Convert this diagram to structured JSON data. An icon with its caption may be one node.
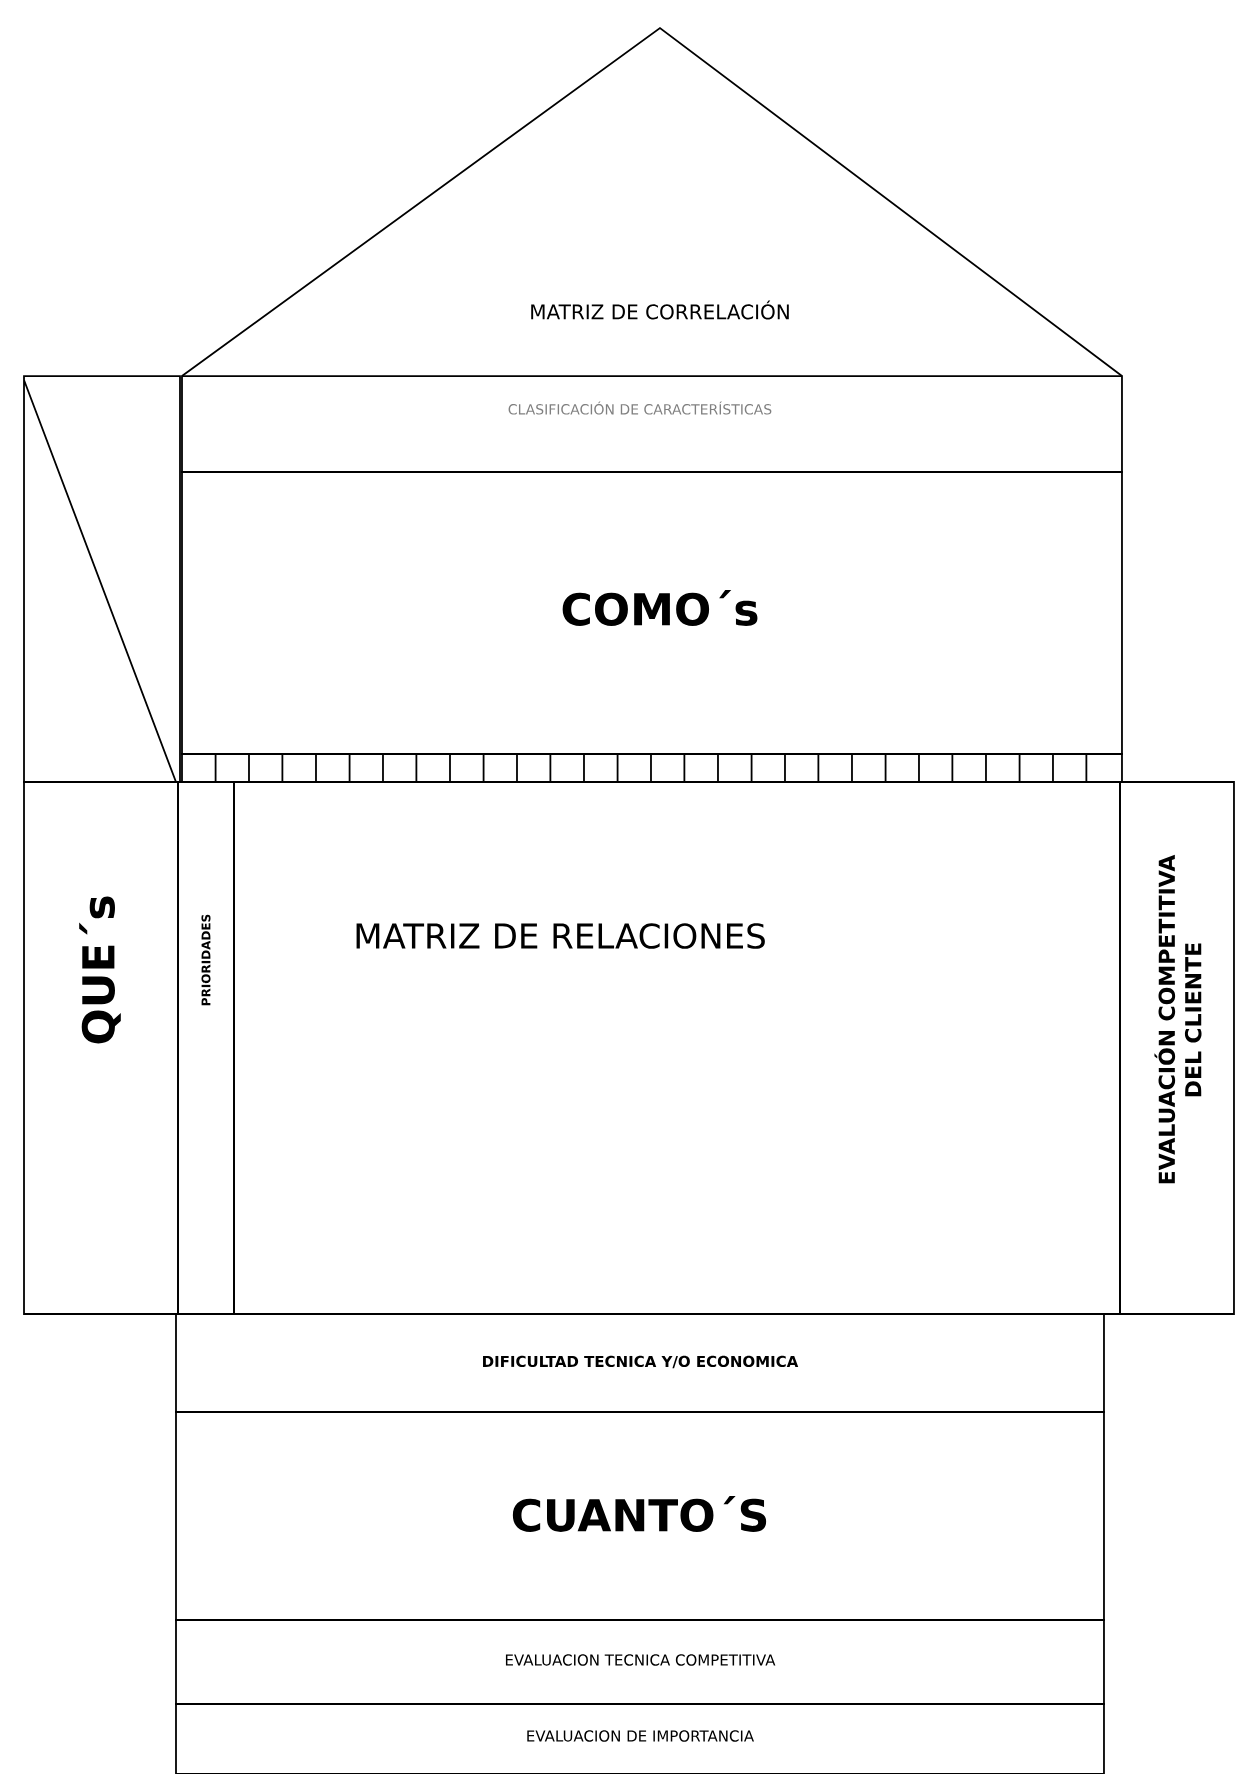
{
  "diagram": {
    "nodes": [
      {
        "text": [
          "MATRIZ DE CORRELACIÓN"
        ]
      },
      {
        "text": [
          "CLASIFICACIÓN DE CARACTERÍSTICAS"
        ]
      },
      {
        "text": [
          "COMO´s"
        ]
      },
      {
        "text": [
          "QUE´s"
        ]
      },
      {
        "text": [
          "PRIORIDADES"
        ]
      },
      {
        "text": [
          "MATRIZ DE RELACIONES"
        ]
      },
      {
        "text": [
          "EVALUACIÓN COMPETITIVA DEL CLIENTE"
        ]
      },
      {
        "text": [
          "DIFICULTAD TECNICA Y/O ECONOMICA"
        ]
      },
      {
        "text": [
          "CUANTO´S"
        ]
      },
      {
        "text": [
          "EVALUACION TECNICA COMPETITIVA"
        ]
      },
      {
        "text": [
          "EVALUACION DE IMPORTANCIA"
        ]
      }
    ]
  }
}
